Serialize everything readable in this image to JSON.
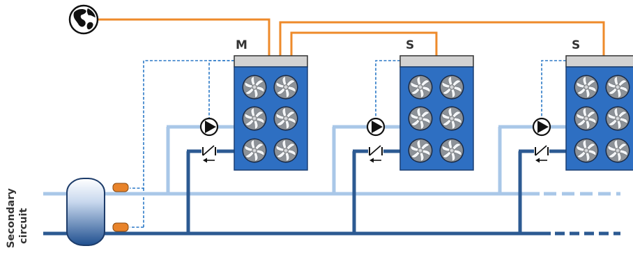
{
  "secondary_circuit": {
    "line1": "Secondary",
    "line2": "circuit"
  },
  "units": [
    {
      "label": "M"
    },
    {
      "label": "S"
    },
    {
      "label": "S"
    }
  ],
  "colors": {
    "supply_pipe": "#a9c7e8",
    "return_pipe": "#2c5a92",
    "control_line": "#ee8a2a",
    "sensor_line": "#2c79c7",
    "chiller_body": "#2e6fc2",
    "chiller_top": "#d2d2d2",
    "fan": "#8a8f94",
    "sensor": "#e8832a"
  },
  "icons": [
    "globe-icon",
    "pump-icon",
    "check-valve-icon",
    "fan-icon",
    "buffer-tank-icon",
    "temperature-sensor-icon"
  ]
}
